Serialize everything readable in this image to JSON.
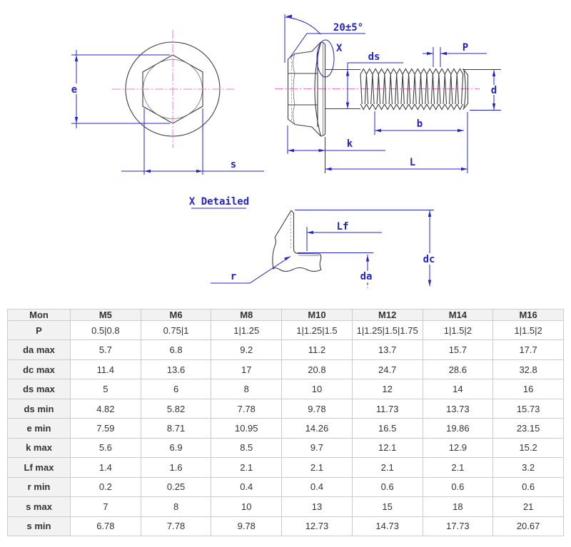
{
  "diagram": {
    "front_view": {
      "e": "e",
      "s": "s"
    },
    "side_view": {
      "angle": "20±5°",
      "x": "X",
      "ds": "ds",
      "p": "P",
      "d": "d",
      "b": "b",
      "k": "k",
      "l": "L"
    },
    "detail_view": {
      "title": "X Detailed",
      "lf": "Lf",
      "dc": "dc",
      "da": "da",
      "r": "r"
    },
    "colors": {
      "dimension_blue": "#2323cc",
      "centerline_pink": "#ff77c2",
      "outline_gray": "#3d3d3d"
    }
  },
  "table": {
    "header": [
      "Mon",
      "M5",
      "M6",
      "M8",
      "M10",
      "M12",
      "M14",
      "M16"
    ],
    "rows": [
      [
        "P",
        "0.5|0.8",
        "0.75|1",
        "1|1.25",
        "1|1.25|1.5",
        "1|1.25|1.5|1.75",
        "1|1.5|2",
        "1|1.5|2"
      ],
      [
        "da max",
        "5.7",
        "6.8",
        "9.2",
        "11.2",
        "13.7",
        "15.7",
        "17.7"
      ],
      [
        "dc max",
        "11.4",
        "13.6",
        "17",
        "20.8",
        "24.7",
        "28.6",
        "32.8"
      ],
      [
        "ds max",
        "5",
        "6",
        "8",
        "10",
        "12",
        "14",
        "16"
      ],
      [
        "ds min",
        "4.82",
        "5.82",
        "7.78",
        "9.78",
        "11.73",
        "13.73",
        "15.73"
      ],
      [
        "e min",
        "7.59",
        "8.71",
        "10.95",
        "14.26",
        "16.5",
        "19.86",
        "23.15"
      ],
      [
        "k max",
        "5.6",
        "6.9",
        "8.5",
        "9.7",
        "12.1",
        "12.9",
        "15.2"
      ],
      [
        "Lf max",
        "1.4",
        "1.6",
        "2.1",
        "2.1",
        "2.1",
        "2.1",
        "3.2"
      ],
      [
        "r min",
        "0.2",
        "0.25",
        "0.4",
        "0.4",
        "0.6",
        "0.6",
        "0.6"
      ],
      [
        "s max",
        "7",
        "8",
        "10",
        "13",
        "15",
        "18",
        "21"
      ],
      [
        "s min",
        "6.78",
        "7.78",
        "9.78",
        "12.73",
        "14.73",
        "17.73",
        "20.67"
      ]
    ]
  }
}
